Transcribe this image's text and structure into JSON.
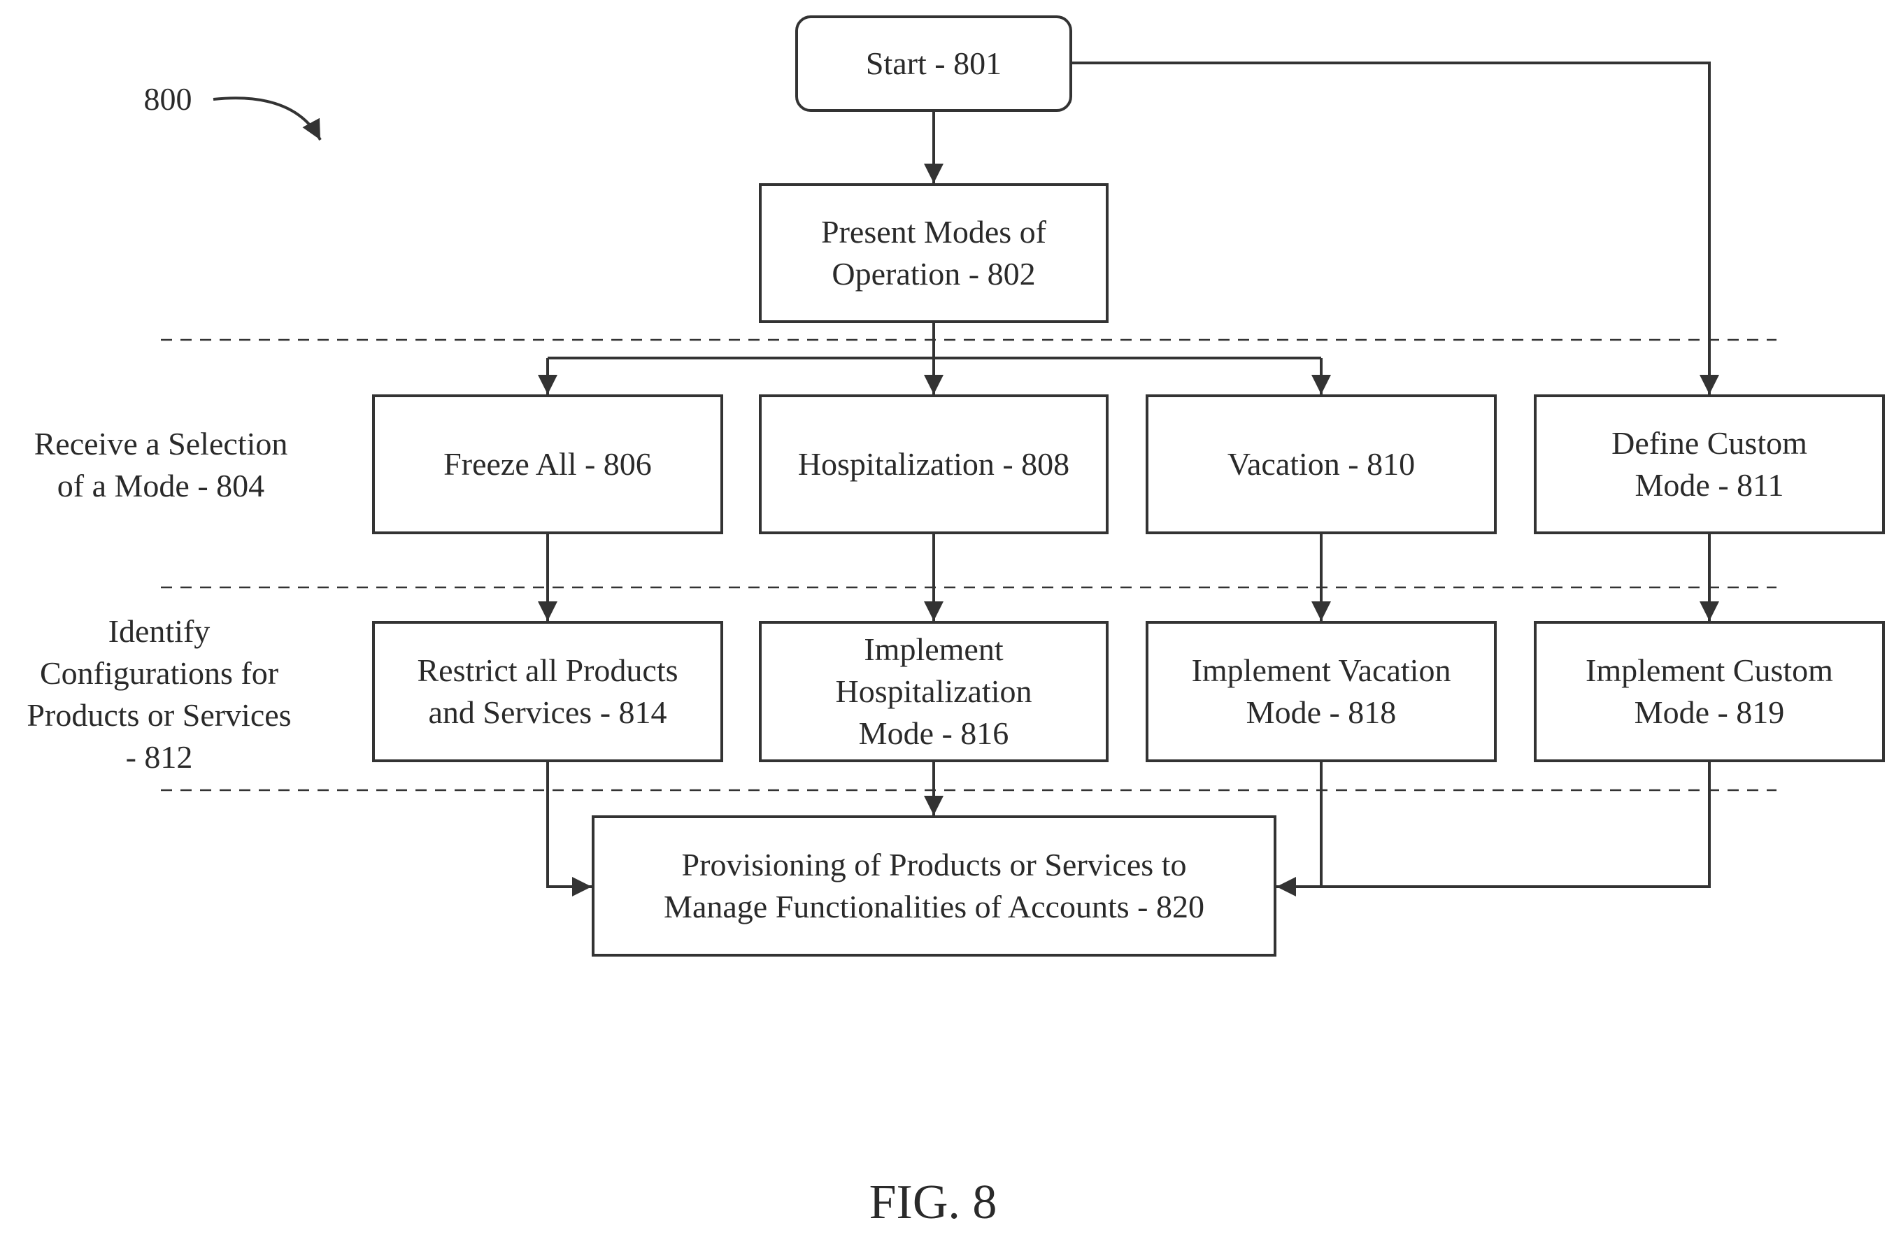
{
  "diagram": {
    "ref_number": "800",
    "figure_label": "FIG. 8",
    "nodes": {
      "start": "Start - 801",
      "present": "Present Modes of\nOperation - 802",
      "freeze": "Freeze All - 806",
      "hospitalization": "Hospitalization - 808",
      "vacation": "Vacation - 810",
      "custom_define": "Define Custom\nMode - 811",
      "restrict": "Restrict all Products\nand Services - 814",
      "impl_hospital": "Implement\nHospitalization\nMode - 816",
      "impl_vacation": "Implement Vacation\nMode - 818",
      "impl_custom": "Implement Custom\nMode - 819",
      "provision": "Provisioning of Products or Services to\nManage Functionalities of Accounts - 820"
    },
    "stage_labels": {
      "selection": "Receive a Selection\nof a Mode - 804",
      "configurations": "Identify\nConfigurations for\nProducts or Services\n- 812"
    }
  }
}
